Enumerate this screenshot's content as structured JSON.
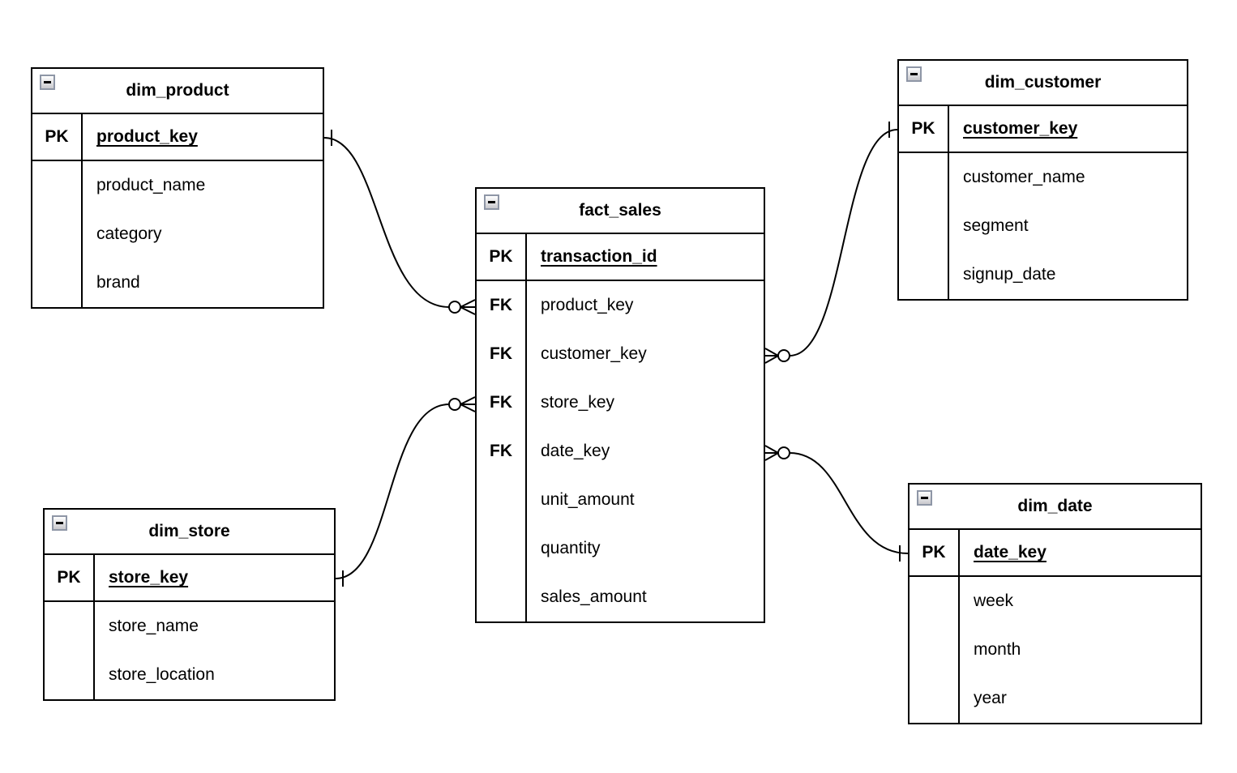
{
  "canvas": {
    "background_color": "#ffffff",
    "line_color": "#000000"
  },
  "icons": {
    "collapse": "minus-box"
  },
  "tables": {
    "dim_product": {
      "title": "dim_product",
      "pk_key": "PK",
      "pk_field": "product_key",
      "rows": [
        {
          "key": "",
          "field": "product_name"
        },
        {
          "key": "",
          "field": "category"
        },
        {
          "key": "",
          "field": "brand"
        }
      ]
    },
    "fact_sales": {
      "title": "fact_sales",
      "pk_key": "PK",
      "pk_field": "transaction_id",
      "rows": [
        {
          "key": "FK",
          "field": "product_key"
        },
        {
          "key": "FK",
          "field": "customer_key"
        },
        {
          "key": "FK",
          "field": "store_key"
        },
        {
          "key": "FK",
          "field": "date_key"
        },
        {
          "key": "",
          "field": "unit_amount"
        },
        {
          "key": "",
          "field": "quantity"
        },
        {
          "key": "",
          "field": "sales_amount"
        }
      ]
    },
    "dim_customer": {
      "title": "dim_customer",
      "pk_key": "PK",
      "pk_field": "customer_key",
      "rows": [
        {
          "key": "",
          "field": "customer_name"
        },
        {
          "key": "",
          "field": "segment"
        },
        {
          "key": "",
          "field": "signup_date"
        }
      ]
    },
    "dim_store": {
      "title": "dim_store",
      "pk_key": "PK",
      "pk_field": "store_key",
      "rows": [
        {
          "key": "",
          "field": "store_name"
        },
        {
          "key": "",
          "field": "store_location"
        }
      ]
    },
    "dim_date": {
      "title": "dim_date",
      "pk_key": "PK",
      "pk_field": "date_key",
      "rows": [
        {
          "key": "",
          "field": "week"
        },
        {
          "key": "",
          "field": "month"
        },
        {
          "key": "",
          "field": "year"
        }
      ]
    }
  },
  "relationships": [
    {
      "from": "dim_product.product_key",
      "to": "fact_sales.product_key",
      "from_cardinality": "one",
      "to_cardinality": "zero-or-many"
    },
    {
      "from": "dim_store.store_key",
      "to": "fact_sales.store_key",
      "from_cardinality": "one",
      "to_cardinality": "zero-or-many"
    },
    {
      "from": "dim_customer.customer_key",
      "to": "fact_sales.customer_key",
      "from_cardinality": "one",
      "to_cardinality": "zero-or-many"
    },
    {
      "from": "dim_date.date_key",
      "to": "fact_sales.date_key",
      "from_cardinality": "one",
      "to_cardinality": "zero-or-many"
    }
  ]
}
